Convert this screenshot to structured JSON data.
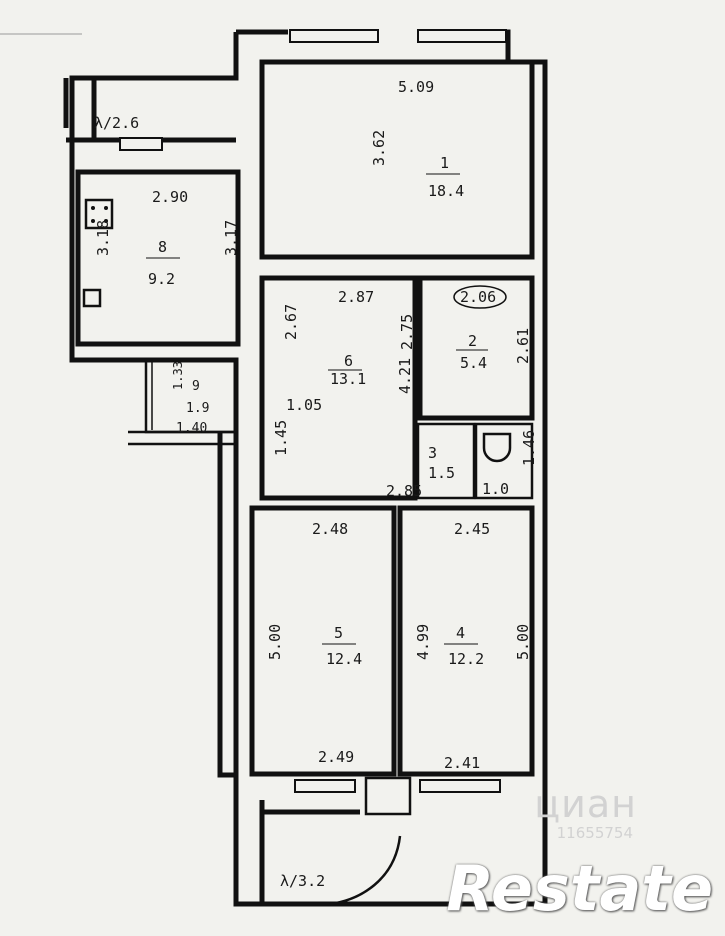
{
  "rooms": [
    {
      "num": "1",
      "area": "18.4",
      "dims": [
        "5.09",
        "3.62"
      ]
    },
    {
      "num": "2",
      "area": "5.4",
      "dims": [
        "2.06",
        "2.75",
        "2.61"
      ]
    },
    {
      "num": "3",
      "area": "1.5",
      "dims": [
        "2.85"
      ]
    },
    {
      "num": "4",
      "area": "12.2",
      "dims": [
        "2.45",
        "4.99",
        "5.00",
        "2.41"
      ]
    },
    {
      "num": "5",
      "area": "12.4",
      "dims": [
        "2.48",
        "5.00",
        "2.49"
      ]
    },
    {
      "num": "6",
      "area": "13.1",
      "dims": [
        "2.87",
        "2.67",
        "4.21",
        "1.05",
        "1.45"
      ]
    },
    {
      "num": "8",
      "area": "9.2",
      "dims": [
        "2.90",
        "3.18",
        "3.17"
      ]
    },
    {
      "num": "9",
      "area": "1.9",
      "dims": [
        "1.33",
        "1.40"
      ]
    }
  ],
  "bath": {
    "dims": [
      "1.46",
      "1.0"
    ]
  },
  "balconies": [
    "λ/2.6",
    "λ/3.2"
  ],
  "watermark": {
    "brand": "циан",
    "listing_id": "11655754"
  },
  "logo": "Restate"
}
